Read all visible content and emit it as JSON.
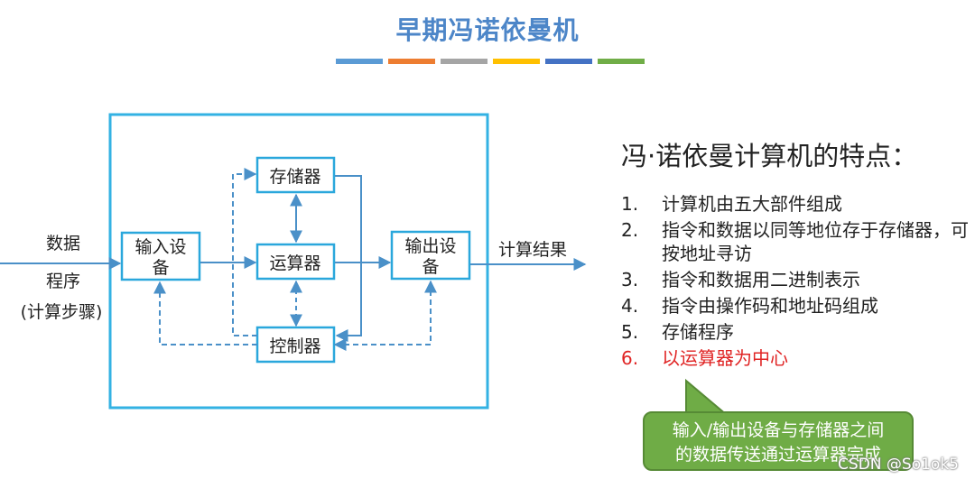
{
  "title": "早期冯诺依曼机",
  "color_bar": [
    "#5b9bd5",
    "#ed7d31",
    "#a5a5a5",
    "#ffc000",
    "#4472c4",
    "#70ad47"
  ],
  "diagram": {
    "boxes": {
      "storage": "存储器",
      "input_line1": "输入设",
      "input_line2": "备",
      "alu": "运算器",
      "output_line1": "输出设",
      "output_line2": "备",
      "controller": "控制器"
    },
    "left_labels": {
      "data": "数据",
      "program": "程序",
      "steps": "(计算步骤)"
    },
    "result_label": "计算结果",
    "frame_color": "#33b2e3",
    "box_color": "#2aa7dc",
    "arrow_color": "#4a90c8"
  },
  "features": {
    "title": "冯·诺依曼计算机的特点：",
    "items": [
      {
        "num": "1.",
        "text": "计算机由五大部件组成"
      },
      {
        "num": "2.",
        "text": "指令和数据以同等地位存于存储器，可按地址寻访"
      },
      {
        "num": "3.",
        "text": "指令和数据用二进制表示"
      },
      {
        "num": "4.",
        "text": "指令由操作码和地址码组成"
      },
      {
        "num": "5.",
        "text": "存储程序"
      },
      {
        "num": "6.",
        "text": "以运算器为中心"
      }
    ],
    "highlight_color": "#e02424"
  },
  "callout": {
    "line1": "输入/输出设备与存储器之间",
    "line2": "的数据传送通过运算器完成",
    "color": "#6fac46"
  },
  "watermark": "CSDN @So1ok5"
}
